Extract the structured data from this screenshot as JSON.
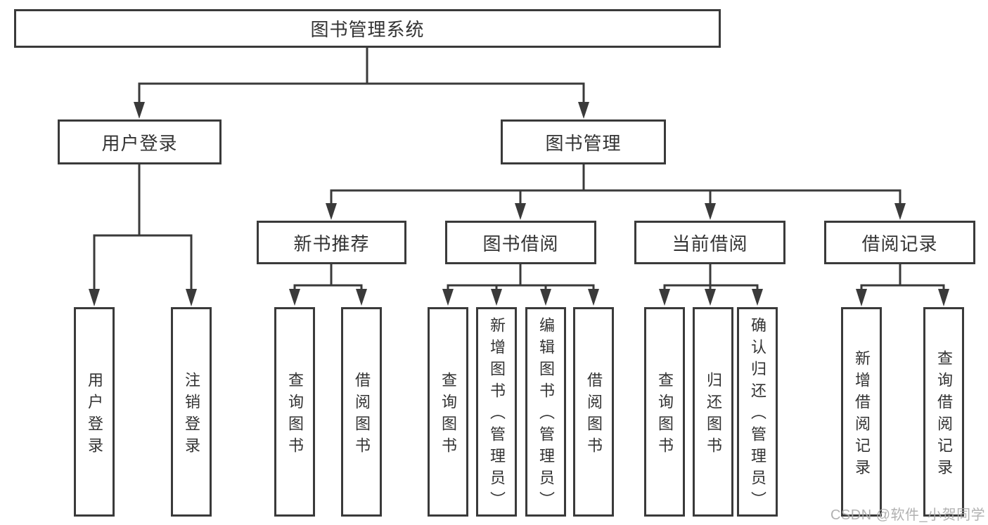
{
  "colors": {
    "line": "#3a3a3a",
    "box_border": "#3a3a3a",
    "text": "#333333",
    "background": "#ffffff",
    "watermark_text_color": "#ababab"
  },
  "watermark": {
    "text": "CSDN @软件_小贺同学"
  },
  "diagram": {
    "title": "图书管理系统",
    "groups": [
      {
        "label": "用户登录",
        "children": [
          {
            "label": "用户登录"
          },
          {
            "label": "注销登录"
          }
        ]
      },
      {
        "label": "图书管理",
        "sections": [
          {
            "label": "新书推荐",
            "children": [
              {
                "label": "查询图书"
              },
              {
                "label": "借阅图书"
              }
            ]
          },
          {
            "label": "图书借阅",
            "children": [
              {
                "label": "查询图书"
              },
              {
                "label": "新增图书（管理员）"
              },
              {
                "label": "编辑图书（管理员）"
              },
              {
                "label": "借阅图书"
              }
            ]
          },
          {
            "label": "当前借阅",
            "children": [
              {
                "label": "查询图书"
              },
              {
                "label": "归还图书"
              },
              {
                "label": "确认归还（管理员）"
              }
            ]
          },
          {
            "label": "借阅记录",
            "children": [
              {
                "label": "新增借阅记录"
              },
              {
                "label": "查询借阅记录"
              }
            ]
          }
        ]
      }
    ]
  }
}
